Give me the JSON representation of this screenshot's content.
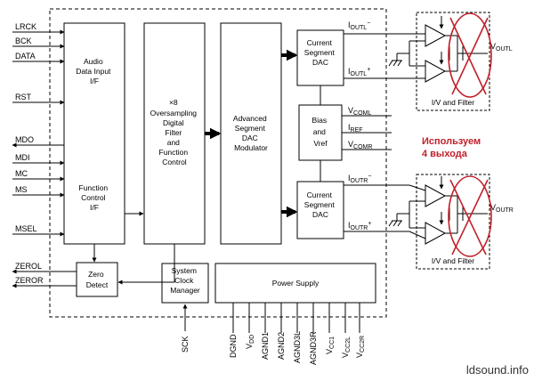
{
  "inputs": {
    "lrck": "LRCK",
    "bck": "BCK",
    "data": "DATA",
    "rst": "RST",
    "mdo": "MDO",
    "mdi": "MDI",
    "mc": "MC",
    "ms": "MS",
    "msel": "MSEL",
    "zerol": "ZEROL",
    "zeror": "ZEROR",
    "sck": "SCK"
  },
  "blocks": {
    "audio_if": [
      "Audio",
      "Data Input",
      "I/F"
    ],
    "function_ctrl": [
      "Function",
      "Control",
      "I/F"
    ],
    "oversampling": [
      "×8",
      "Oversampling",
      "Digital",
      "Filter",
      "and",
      "Function",
      "Control"
    ],
    "modulator": [
      "Advanced",
      "Segment",
      "DAC",
      "Modulator"
    ],
    "dac_l": [
      "Current",
      "Segment",
      "DAC"
    ],
    "dac_r": [
      "Current",
      "Segment",
      "DAC"
    ],
    "bias": [
      "Bias",
      "and",
      "Vref"
    ],
    "zero_detect": [
      "Zero",
      "Detect"
    ],
    "clock_mgr": [
      "System",
      "Clock",
      "Manager"
    ],
    "power_supply": "Power Supply"
  },
  "outputs": {
    "ioutl_minus": {
      "base": "I",
      "sub": "OUTL",
      "sup": "−"
    },
    "ioutl_plus": {
      "base": "I",
      "sub": "OUTL",
      "sup": "+"
    },
    "vcoml": {
      "base": "V",
      "sub": "COML"
    },
    "iref": {
      "base": "I",
      "sub": "REF"
    },
    "vcomr": {
      "base": "V",
      "sub": "COMR"
    },
    "ioutr_minus": {
      "base": "I",
      "sub": "OUTR",
      "sup": "−"
    },
    "ioutr_plus": {
      "base": "I",
      "sub": "OUTR",
      "sup": "+"
    },
    "voutl": {
      "base": "V",
      "sub": "OUTL"
    },
    "voutr": {
      "base": "V",
      "sub": "OUTR"
    }
  },
  "filters": {
    "top": "I/V and Filter",
    "bottom": "I/V and Filter"
  },
  "power_pins": [
    {
      "base": "DGND",
      "sub": ""
    },
    {
      "base": "V",
      "sub": "DD"
    },
    {
      "base": "AGND1",
      "sub": ""
    },
    {
      "base": "AGND2",
      "sub": ""
    },
    {
      "base": "AGND3L",
      "sub": ""
    },
    {
      "base": "AGND3R",
      "sub": ""
    },
    {
      "base": "V",
      "sub": "CC1"
    },
    {
      "base": "V",
      "sub": "CC2L"
    },
    {
      "base": "V",
      "sub": "CC2R"
    }
  ],
  "annotation": [
    "Используем",
    "4 выхода"
  ],
  "watermark": "ldsound.info",
  "colors": {
    "annotation": "#c0202a",
    "cross": "#c0202a",
    "line": "#000000"
  }
}
